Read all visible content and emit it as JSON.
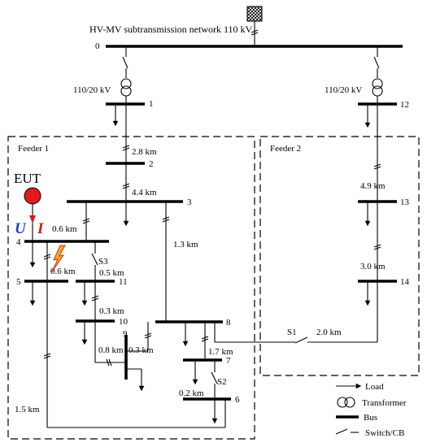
{
  "network_title": "HV-MV subtransmission network 110 kV",
  "transformers": [
    {
      "id": "t1",
      "label": "110/20 kV"
    },
    {
      "id": "t12",
      "label": "110/20 kV"
    }
  ],
  "feeders": {
    "feeder1": "Feeder 1",
    "feeder2": "Feeder 2"
  },
  "eut_label": "EUT",
  "eut_u": "U",
  "eut_i": "I",
  "buses": {
    "b0": "0",
    "b1": "1",
    "b2": "2",
    "b3": "3",
    "b4": "4",
    "b5": "5",
    "b6": "6",
    "b7": "7",
    "b8": "8",
    "b9": "9",
    "b10": "10",
    "b11": "11",
    "b12": "12",
    "b13": "13",
    "b14": "14"
  },
  "lines": {
    "l1_2": "2.8 km",
    "l2_3": "4.4 km",
    "l3_4": "0.6 km",
    "l3_8": "1.3 km",
    "l4_5": "0.6 km",
    "l4_11": "0.5 km",
    "l11_10": "0.3 km",
    "l10_9": "0.8 km",
    "l9_8": "0.3 km",
    "l8_7": "1.7 km",
    "l7_6": "0.2 km",
    "l5_6": "1.5 km",
    "l12_13": "4.9 km",
    "l13_14": "3.0 km",
    "l8_14": "2.0 km"
  },
  "switches": {
    "s1": "S1",
    "s2": "S2",
    "s3": "S3"
  },
  "legend": {
    "load": "Load",
    "transformer": "Transformer",
    "bus": "Bus",
    "switch": "Switch/CB"
  },
  "colors": {
    "eut_fill": "#e11b1b",
    "voltage_arrow": "#1f3fbf",
    "current_arrow": "#d11a1a",
    "fault_fill": "#f5a623",
    "fault_stroke": "#c0392b"
  }
}
